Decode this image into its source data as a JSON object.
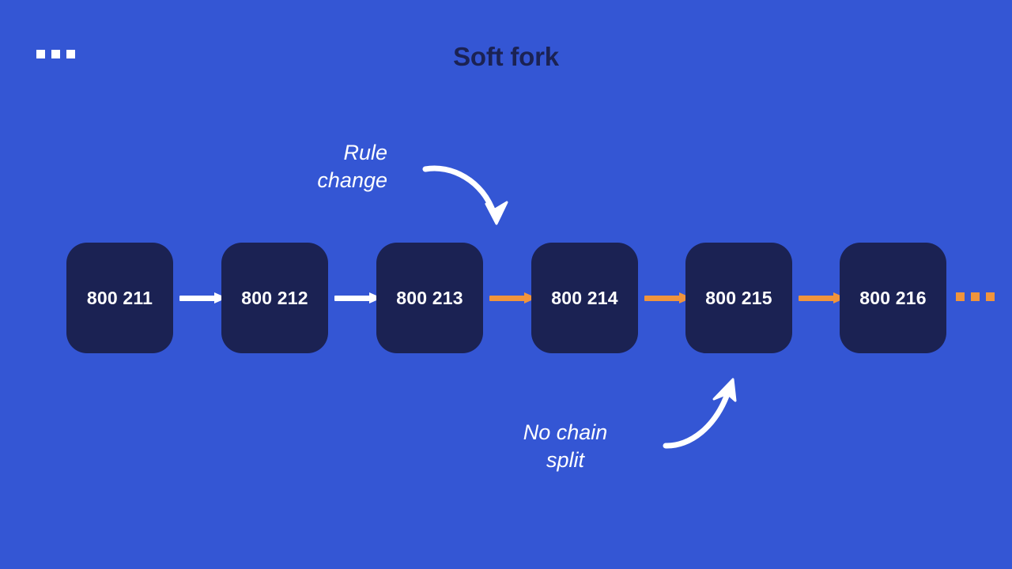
{
  "title": "Soft fork",
  "background_color": "#3456d4",
  "block_color": "#1b2253",
  "accent_orange": "#f0943c",
  "accent_white": "#ffffff",
  "title_color": "#1b2253",
  "chain": {
    "leading_ellipsis": "...",
    "trailing_ellipsis": "...",
    "blocks": [
      {
        "label": "800 211",
        "connector_after": "white"
      },
      {
        "label": "800 212",
        "connector_after": "white"
      },
      {
        "label": "800 213",
        "connector_after": "orange"
      },
      {
        "label": "800 214",
        "connector_after": "orange"
      },
      {
        "label": "800 215",
        "connector_after": "orange"
      },
      {
        "label": "800 216",
        "connector_after": "none"
      }
    ]
  },
  "annotations": {
    "rule_change": "Rule\nchange",
    "no_chain_split": "No chain\nsplit"
  },
  "chart_data": {
    "type": "diagram",
    "title": "Soft fork",
    "nodes": [
      "800 211",
      "800 212",
      "800 213",
      "800 214",
      "800 215",
      "800 216"
    ],
    "edge_colors": [
      "white",
      "white",
      "orange",
      "orange",
      "orange"
    ],
    "annotations": [
      "Rule change",
      "No chain split"
    ]
  }
}
